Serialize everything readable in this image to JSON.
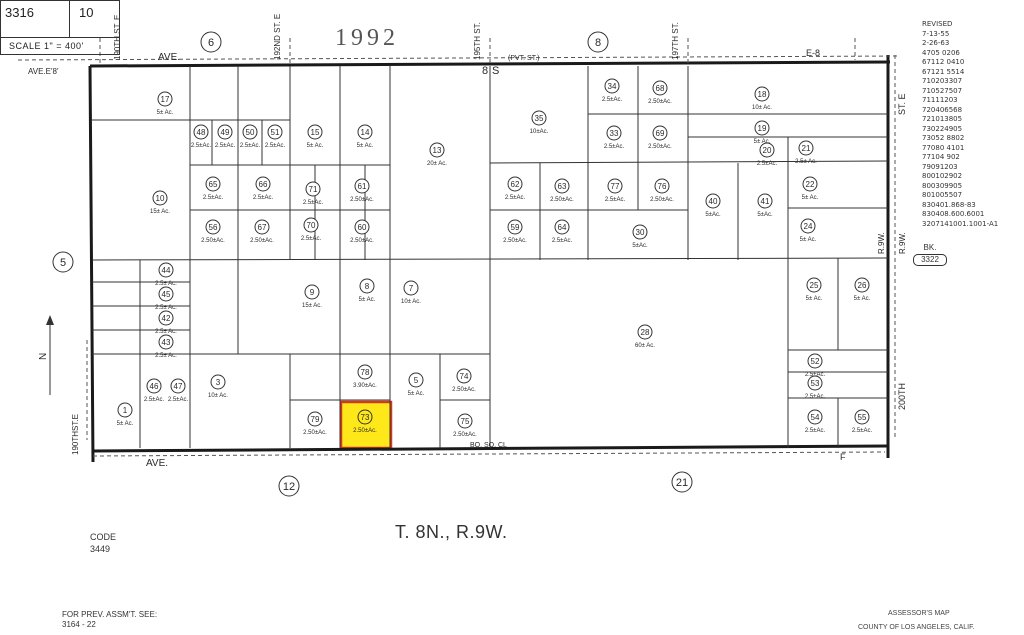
{
  "header": {
    "book": "3316",
    "page": "10",
    "scale": "SCALE 1\" = 400'",
    "year": "1992"
  },
  "revisions": {
    "title": "REVISED",
    "entries": [
      "7-13-55",
      "2-26-63",
      "4705 0206",
      "67112 0410",
      "67121 5514",
      "710203307",
      "710527507",
      "71111203",
      "720406568",
      "721013805",
      "730224905",
      "73052 8802",
      "77080 4101",
      "77104 902",
      "79091203",
      "800102902",
      "800309905",
      "801005507",
      "830401.868-83",
      "830408.600.6001",
      "3207141001.1001-A1"
    ]
  },
  "streets": {
    "north_ave": "AVE.",
    "north_ave_code": "E-8",
    "ave_e8_left": "AVE.E'8'",
    "st_190": "190TH ST. E",
    "st_192": "192ND ST. E",
    "st_195": "195TH ST.",
    "st_197": "197TH ST.",
    "pvt_st": "(PVT. ST.)",
    "st_e_right": "ST. E",
    "st_190_left": "190THST.E",
    "south_ave": "AVE.",
    "south_ave_code": "F",
    "st_200": "200TH",
    "r9w_left": "R.9W.",
    "r9w_right": "R.9W.",
    "t8n_marker": "8",
    "s_marker": "S",
    "north_arrow": "N",
    "bo_so_cl": "BO. SO. CL"
  },
  "book_ref": {
    "label": "BK.",
    "number": "3322"
  },
  "adjacent": {
    "n_left": "6",
    "n_right": "8",
    "west": "5",
    "s_left": "12",
    "s_right": "21"
  },
  "footer": {
    "township": "T. 8N., R.9W.",
    "code_label": "CODE",
    "code_value": "3449",
    "prev_label": "FOR PREV. ASSM'T. SEE:",
    "prev_value": "3164 - 22",
    "map_source": "ASSESSOR'S MAP",
    "county": "COUNTY OF LOS ANGELES, CALIF."
  },
  "parcels": [
    {
      "n": "17",
      "a": "5± Ac."
    },
    {
      "n": "10",
      "a": "15± Ac."
    },
    {
      "n": "48",
      "a": "2.5±Ac."
    },
    {
      "n": "49",
      "a": "2.5±Ac."
    },
    {
      "n": "50",
      "a": "2.5±Ac."
    },
    {
      "n": "51",
      "a": "2.5±Ac."
    },
    {
      "n": "15",
      "a": "5± Ac."
    },
    {
      "n": "14",
      "a": "5± Ac."
    },
    {
      "n": "13",
      "a": "20± Ac."
    },
    {
      "n": "65",
      "a": "2.5±Ac."
    },
    {
      "n": "66",
      "a": "2.5±Ac."
    },
    {
      "n": "71",
      "a": "2.5±Ac."
    },
    {
      "n": "61",
      "a": "2.50±Ac."
    },
    {
      "n": "56",
      "a": "2.50±Ac."
    },
    {
      "n": "67",
      "a": "2.50±Ac."
    },
    {
      "n": "70",
      "a": "2.5±Ac."
    },
    {
      "n": "60",
      "a": "2.50±Ac."
    },
    {
      "n": "44",
      "a": "2.5± Ac."
    },
    {
      "n": "45",
      "a": "2.5± Ac."
    },
    {
      "n": "42",
      "a": "2.5± Ac."
    },
    {
      "n": "43",
      "a": "2.5± Ac."
    },
    {
      "n": "9",
      "a": "15± Ac."
    },
    {
      "n": "8",
      "a": "5± Ac."
    },
    {
      "n": "7",
      "a": "10± Ac."
    },
    {
      "n": "1",
      "a": "5± Ac."
    },
    {
      "n": "46",
      "a": "2.5±Ac."
    },
    {
      "n": "47",
      "a": "2.5±Ac."
    },
    {
      "n": "3",
      "a": "10± Ac."
    },
    {
      "n": "78",
      "a": "3.90±Ac."
    },
    {
      "n": "5",
      "a": "5± Ac."
    },
    {
      "n": "74",
      "a": "2.50±Ac."
    },
    {
      "n": "79",
      "a": "2.50±Ac."
    },
    {
      "n": "73",
      "a": "2.50±Ac."
    },
    {
      "n": "75",
      "a": "2.50±Ac."
    },
    {
      "n": "34",
      "a": "2.5±Ac."
    },
    {
      "n": "68",
      "a": "2.50±Ac."
    },
    {
      "n": "35",
      "a": "10±Ac."
    },
    {
      "n": "33",
      "a": "2.5±Ac."
    },
    {
      "n": "69",
      "a": "2.50±Ac."
    },
    {
      "n": "62",
      "a": "2.5±Ac."
    },
    {
      "n": "63",
      "a": "2.50±Ac."
    },
    {
      "n": "77",
      "a": "2.5±Ac."
    },
    {
      "n": "76",
      "a": "2.50±Ac."
    },
    {
      "n": "59",
      "a": "2.50±Ac."
    },
    {
      "n": "64",
      "a": "2.5±Ac."
    },
    {
      "n": "30",
      "a": "5±Ac."
    },
    {
      "n": "40",
      "a": "5±Ac."
    },
    {
      "n": "41",
      "a": "5±Ac."
    },
    {
      "n": "18",
      "a": "10± Ac."
    },
    {
      "n": "19",
      "a": "5± Ac."
    },
    {
      "n": "20",
      "a": "2.5±Ac."
    },
    {
      "n": "21",
      "a": "2.5± Ac."
    },
    {
      "n": "22",
      "a": "5± Ac."
    },
    {
      "n": "24",
      "a": "5± Ac."
    },
    {
      "n": "28",
      "a": "60± Ac."
    },
    {
      "n": "25",
      "a": "5± Ac."
    },
    {
      "n": "26",
      "a": "5± Ac."
    },
    {
      "n": "52",
      "a": "2.5±Ac."
    },
    {
      "n": "53",
      "a": "2.5±Ac."
    },
    {
      "n": "54",
      "a": "2.5±Ac."
    },
    {
      "n": "55",
      "a": "2.5±Ac."
    }
  ],
  "highlighted_parcel": "73"
}
